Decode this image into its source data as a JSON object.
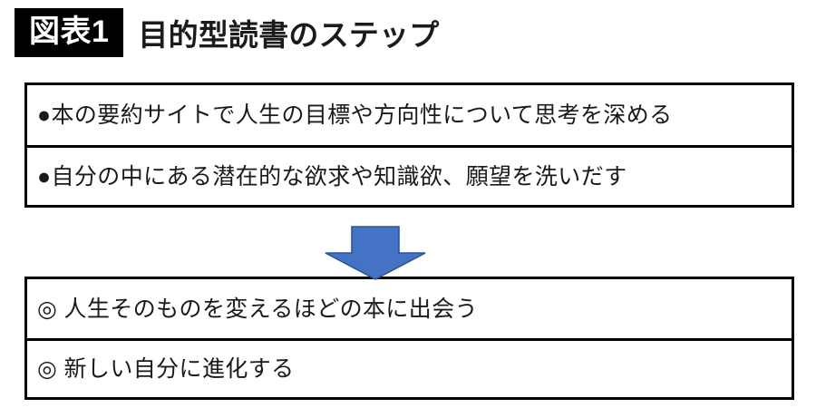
{
  "header": {
    "badge_label": "図表1",
    "title": "目的型読書のステップ"
  },
  "upper_box": {
    "rows": [
      {
        "marker": "●",
        "text": "●本の要約サイトで人生の目標や方向性について思考を深める"
      },
      {
        "marker": "●",
        "text": "●自分の中にある潜在的な欲求や知識欲、願望を洗いだす"
      }
    ]
  },
  "arrow": {
    "icon": "down-arrow-icon",
    "fill_color": "#4472C4",
    "stroke_color": "#2F5597",
    "direction": "down"
  },
  "lower_box": {
    "rows": [
      {
        "marker": "◎",
        "text": "◎ 人生そのものを変えるほどの本に出会う"
      },
      {
        "marker": "◎",
        "text": "◎ 新しい自分に進化する"
      }
    ]
  },
  "colors": {
    "background": "#FFFFFF",
    "text": "#1A1A1A",
    "border": "#000000",
    "badge_background": "#000000",
    "badge_text": "#FFFFFF",
    "accent_blue": "#4472C4"
  }
}
